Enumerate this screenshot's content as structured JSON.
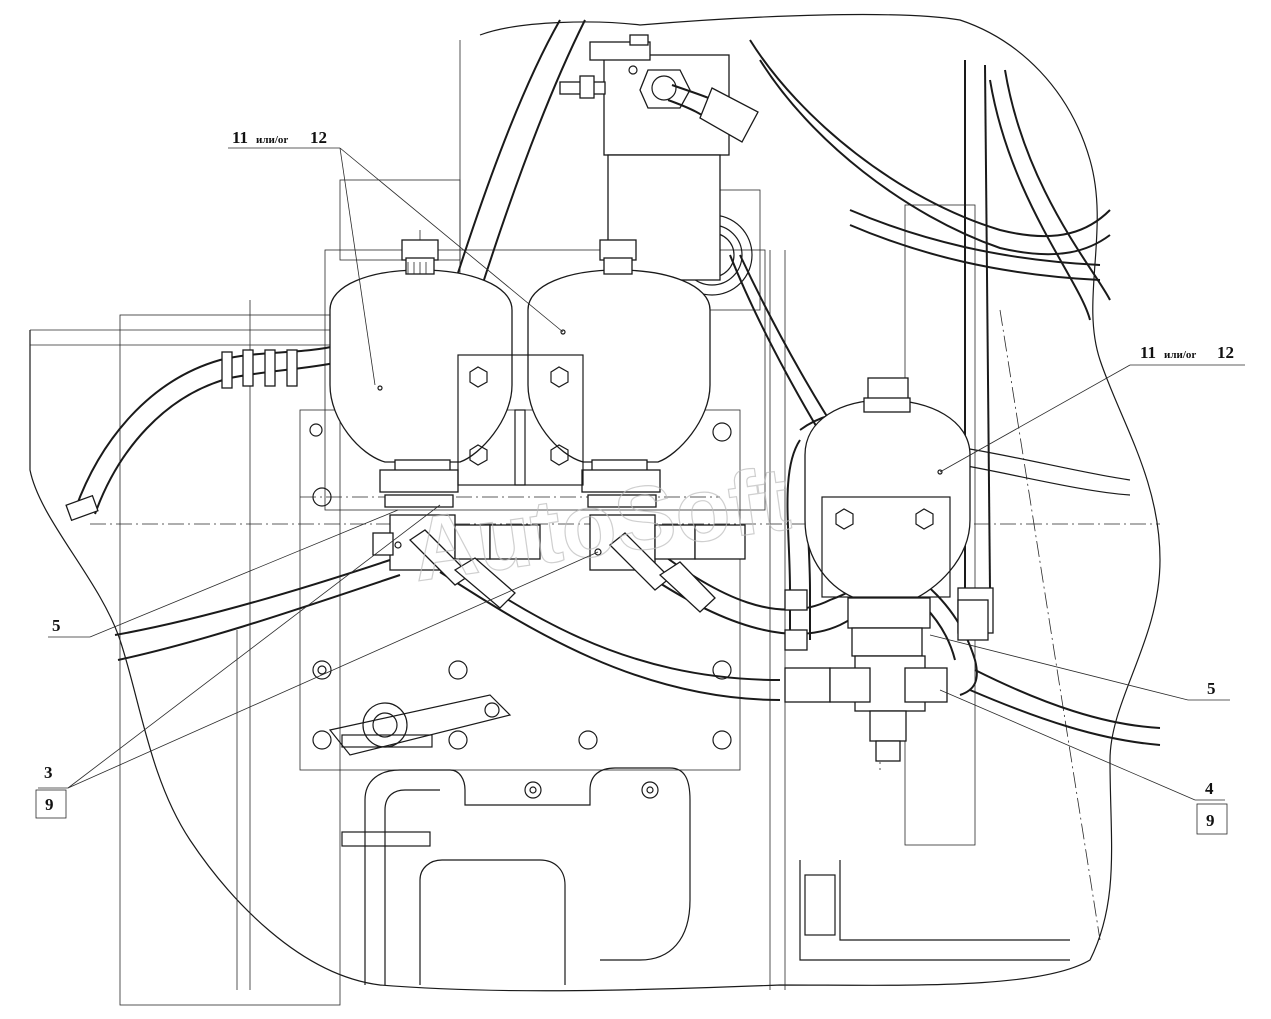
{
  "callouts": {
    "top_left": {
      "number_main": "11",
      "conj": "или/or",
      "number_alt": "12"
    },
    "right": {
      "number_main": "11",
      "conj": "или/or",
      "number_alt": "12"
    },
    "left_5": "5",
    "right_5": "5",
    "left_3": "3",
    "left_9": "9",
    "right_4": "4",
    "right_9": "9"
  },
  "watermark": "AutoSoft"
}
